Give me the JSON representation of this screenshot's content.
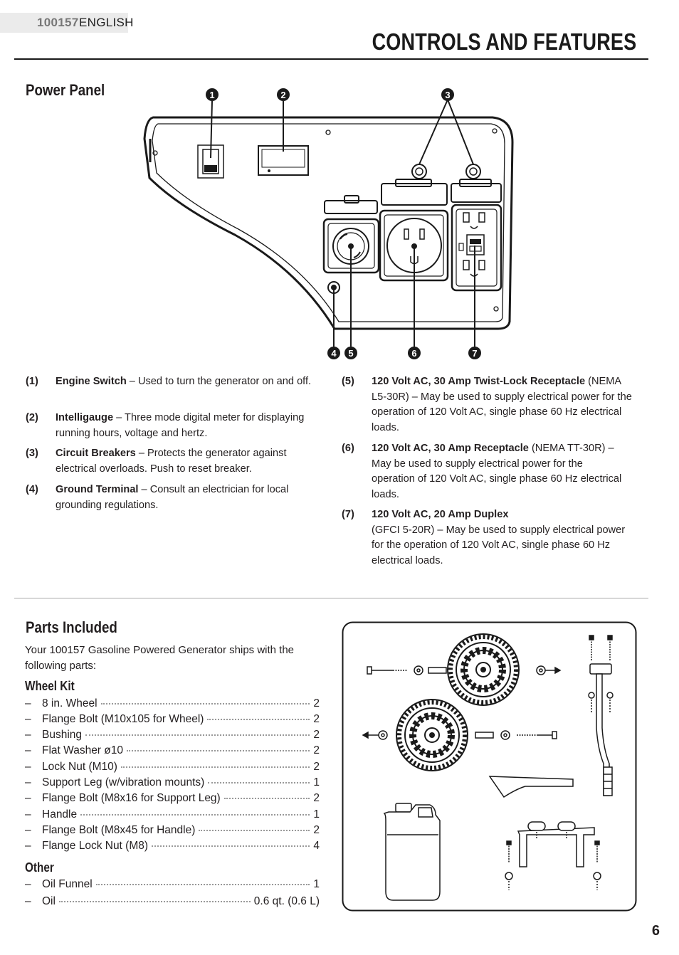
{
  "header": {
    "model_number": "100157",
    "language": "ENGLISH",
    "page_title": "CONTROLS AND FEATURES"
  },
  "power_panel": {
    "title": "Power Panel",
    "callouts": [
      "1",
      "2",
      "3",
      "4",
      "5",
      "6",
      "7"
    ],
    "items": [
      {
        "num": "(1)",
        "term": "Engine Switch",
        "text": " – Used to turn the generator on and off."
      },
      {
        "num": "(2)",
        "term": "Intelligauge",
        "text": " – Three mode digital meter for displaying running hours, voltage and hertz."
      },
      {
        "num": "(3)",
        "term": "Circuit Breakers",
        "text": " – Protects the generator against electrical overloads. Push to reset breaker."
      },
      {
        "num": "(4)",
        "term": "Ground Terminal",
        "text": " – Consult an electrician for local grounding regulations."
      },
      {
        "num": "(5)",
        "term": "120 Volt AC, 30 Amp Twist-Lock Receptacle",
        "text": " (NEMA L5-30R) – May be used to supply electrical power for the operation of 120 Volt AC, single phase 60 Hz electrical loads."
      },
      {
        "num": "(6)",
        "term": "120 Volt AC, 30 Amp Receptacle",
        "text": " (NEMA TT-30R) – May be used to supply electrical power for the operation of 120 Volt AC, single phase 60 Hz electrical loads."
      },
      {
        "num": "(7)",
        "term": "120 Volt AC, 20 Amp Duplex",
        "text": "(GFCI 5-20R) – May be used to supply electrical power for the operation of 120 Volt AC, single phase 60 Hz electrical loads."
      }
    ]
  },
  "parts_included": {
    "title": "Parts Included",
    "intro": "Your 100157 Gasoline Powered Generator ships with the following parts:",
    "wheel_kit": {
      "title": "Wheel Kit",
      "items": [
        {
          "name": "8 in. Wheel",
          "qty": "2"
        },
        {
          "name": "Flange Bolt (M10x105 for Wheel)",
          "qty": "2"
        },
        {
          "name": "Bushing",
          "qty": "2"
        },
        {
          "name": "Flat Washer ø10",
          "qty": "2"
        },
        {
          "name": "Lock Nut (M10)",
          "qty": "2"
        },
        {
          "name": "Support Leg (w/vibration mounts)",
          "qty": "1"
        },
        {
          "name": "Flange Bolt (M8x16 for Support Leg)",
          "qty": "2"
        },
        {
          "name": "Handle",
          "qty": "1"
        },
        {
          "name": "Flange Bolt (M8x45 for Handle)",
          "qty": "2"
        },
        {
          "name": "Flange Lock Nut (M8)",
          "qty": "4"
        }
      ]
    },
    "other": {
      "title": "Other",
      "items": [
        {
          "name": "Oil Funnel",
          "qty": "1"
        },
        {
          "name": "Oil",
          "qty": "0.6 qt. (0.6 L)"
        }
      ]
    }
  },
  "page_number": "6"
}
